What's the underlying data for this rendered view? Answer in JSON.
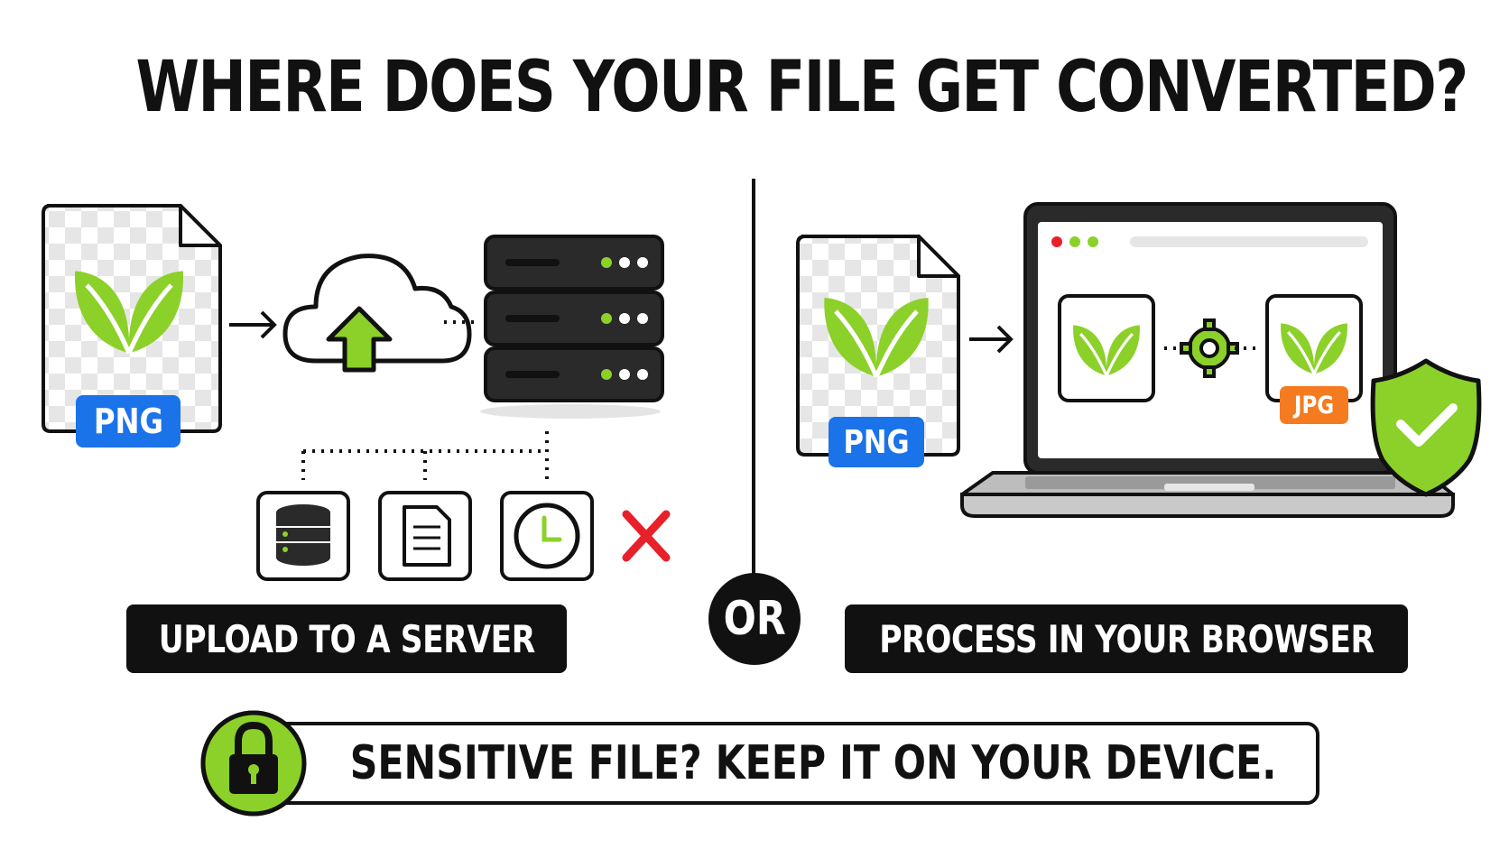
{
  "title": "WHERE DOES YOUR FILE GET CONVERTED?",
  "left": {
    "file_badge": "PNG",
    "label": "UPLOAD TO A SERVER",
    "icons": [
      "png-file-icon",
      "cloud-upload-icon",
      "server-rack-icon",
      "database-icon",
      "document-icon",
      "clock-icon",
      "red-x-icon"
    ]
  },
  "separator": "OR",
  "right": {
    "file_badge": "PNG",
    "output_badge": "JPG",
    "label": "PROCESS IN YOUR BROWSER",
    "icons": [
      "png-file-icon",
      "laptop-icon",
      "gear-icon",
      "shield-check-icon"
    ]
  },
  "footer": "SENSITIVE FILE? KEEP IT ON YOUR DEVICE.",
  "colors": {
    "accent_green": "#8cd02a",
    "png_blue": "#1a73e8",
    "jpg_orange": "#f47b20",
    "red_x": "#e8202a",
    "dark": "#111111"
  }
}
